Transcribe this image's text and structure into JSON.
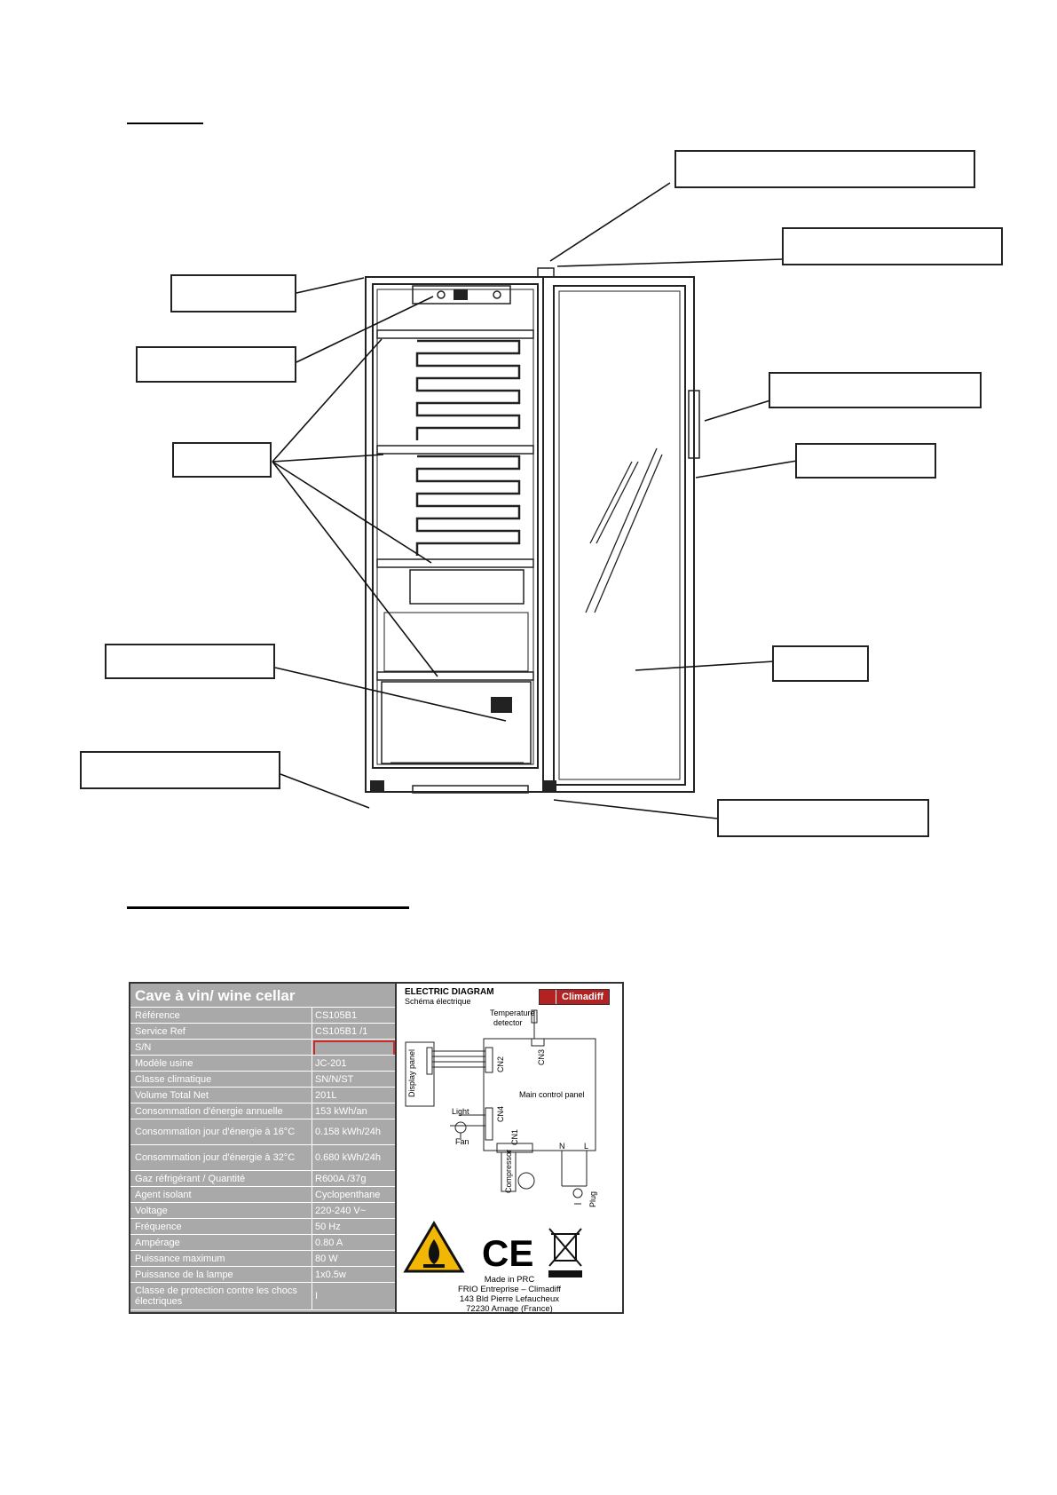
{
  "plate": {
    "title": "Cave à vin/ wine cellar",
    "rows": [
      {
        "label": "Référence",
        "value": "CS105B1"
      },
      {
        "label": "Service Ref",
        "value": "CS105B1 /1"
      },
      {
        "label": "S/N",
        "value": ""
      },
      {
        "label": "Modèle usine",
        "value": "JC-201"
      },
      {
        "label": "Classe climatique",
        "value": "SN/N/ST"
      },
      {
        "label": "Volume Total Net",
        "value": "201L"
      },
      {
        "label": "Consommation d'énergie annuelle",
        "value": "153 kWh/an"
      },
      {
        "label": "Consommation jour d'énergie à 16°C",
        "value": "0.158 kWh/24h"
      },
      {
        "label": "Consommation jour d'énergie à 32°C",
        "value": "0.680 kWh/24h"
      },
      {
        "label": "Gaz réfrigérant / Quantité",
        "value": "R600A /37g"
      },
      {
        "label": "Agent isolant",
        "value": "Cyclopenthane"
      },
      {
        "label": "Voltage",
        "value": "220-240 V~"
      },
      {
        "label": "Fréquence",
        "value": "50 Hz"
      },
      {
        "label": "Ampérage",
        "value": "0.80 A"
      },
      {
        "label": "Puissance maximum",
        "value": "80 W"
      },
      {
        "label": "Puissance de la lampe",
        "value": "1x0.5w"
      },
      {
        "label": "Classe de protection contre les chocs électriques",
        "value": "I"
      }
    ]
  },
  "diagram": {
    "title": "ELECTRIC DIAGRAM",
    "subtitle": "Schéma électrique",
    "brand": "Climadiff",
    "temperature": "Temperature",
    "detector": "detector",
    "display_panel": "Display panel",
    "main_panel": "Main control panel",
    "light": "Light",
    "fan": "Fan",
    "compressor": "Compressor",
    "plug": "Plug",
    "cn1": "CN1",
    "cn2": "CN2",
    "cn3": "CN3",
    "cn4": "CN4",
    "n": "N",
    "l": "L",
    "made_in": "Made in PRC",
    "company": "FRIO Entreprise – Climadiff",
    "street": "143 Bld Pierre Lefaucheux",
    "city": "72230 Arnage (France)"
  }
}
